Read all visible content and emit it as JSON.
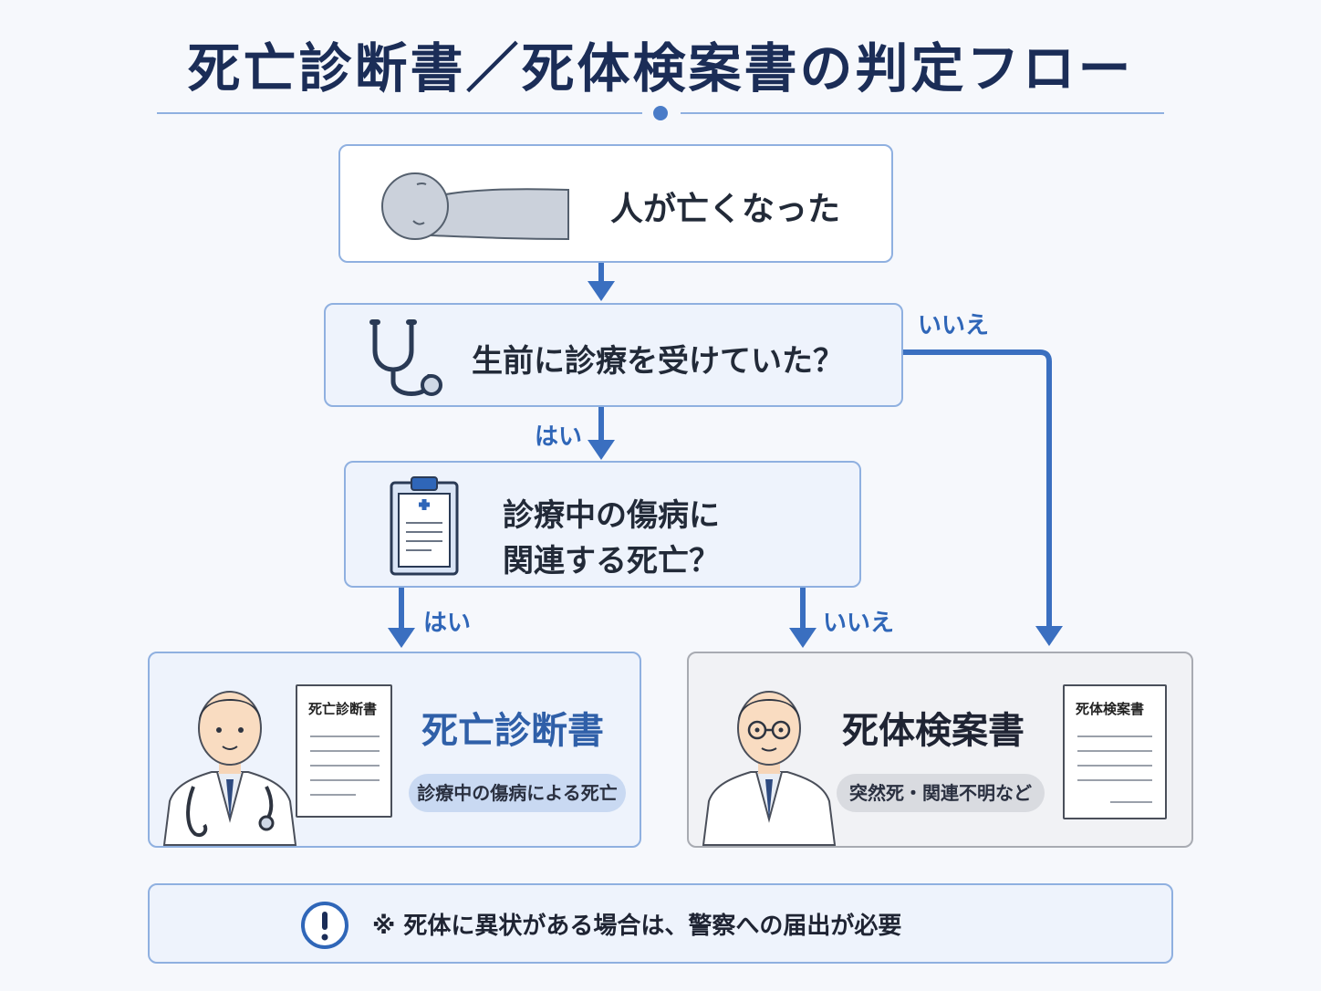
{
  "title": "死亡診断書／死体検案書の判定フロー",
  "nodes": {
    "start": {
      "text": "人が亡くなった"
    },
    "q1": {
      "text": "生前に診療を受けていた？"
    },
    "q2": {
      "line1": "診療中の傷病に",
      "line2": "関連する死亡？"
    }
  },
  "edges": {
    "q1_yes": "はい",
    "q1_no": "いいえ",
    "q2_yes": "はい",
    "q2_no": "いいえ"
  },
  "outcomes": {
    "certificate": {
      "title": "死亡診断書",
      "doc_label": "死亡診断書",
      "badge": "診療中の傷病による死亡"
    },
    "inquest": {
      "title": "死体検案書",
      "doc_label": "死体検案書",
      "badge": "突然死・関連不明など"
    }
  },
  "note": {
    "text": "※ 死体に異状がある場合は、警察への届出が必要"
  },
  "icons": {
    "start": "lying-person-icon",
    "q1": "stethoscope-icon",
    "q2": "clipboard-medical-icon",
    "doctor1": "doctor-with-stethoscope-icon",
    "doctor2": "doctor-with-glasses-icon",
    "note": "exclamation-circle-icon"
  },
  "colors": {
    "accent": "#2f66b8",
    "title": "#1b2d57",
    "box_border": "#8fb0e0",
    "outcome_blue_title": "#2f5fa8",
    "outcome_gray_title": "#1f2433"
  }
}
